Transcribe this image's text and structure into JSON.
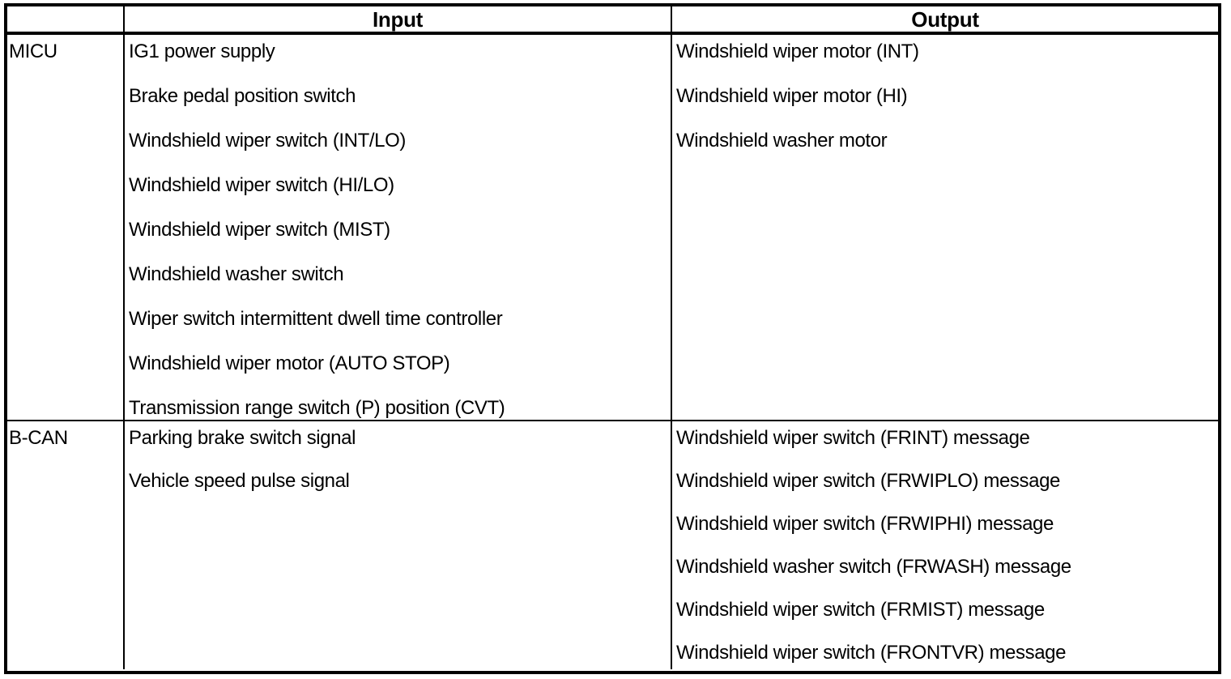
{
  "table": {
    "headers": {
      "corner": "",
      "input": "Input",
      "output": "Output"
    },
    "rows": [
      {
        "source": "MICU",
        "inputs": [
          "IG1 power supply",
          "Brake pedal position switch",
          "Windshield wiper switch (INT/LO)",
          "Windshield wiper switch (HI/LO)",
          "Windshield wiper switch (MIST)",
          "Windshield washer switch",
          "Wiper switch intermittent dwell time controller",
          "Windshield wiper motor (AUTO STOP)",
          "Transmission range switch (P) position (CVT)"
        ],
        "outputs": [
          "Windshield wiper motor (INT)",
          "Windshield wiper motor (HI)",
          "Windshield washer motor"
        ]
      },
      {
        "source": "B-CAN",
        "inputs": [
          "Parking brake switch signal",
          "Vehicle speed pulse signal"
        ],
        "outputs": [
          "Windshield wiper switch (FRINT) message",
          "Windshield wiper switch (FRWIPLO) message",
          "Windshield wiper switch (FRWIPHI) message",
          "Windshield washer switch (FRWASH) message",
          "Windshield wiper switch (FRMIST) message",
          "Windshield wiper switch (FRONTVR) message"
        ]
      }
    ]
  },
  "colors": {
    "border": "#000000",
    "text": "#000000",
    "background": "#ffffff"
  }
}
